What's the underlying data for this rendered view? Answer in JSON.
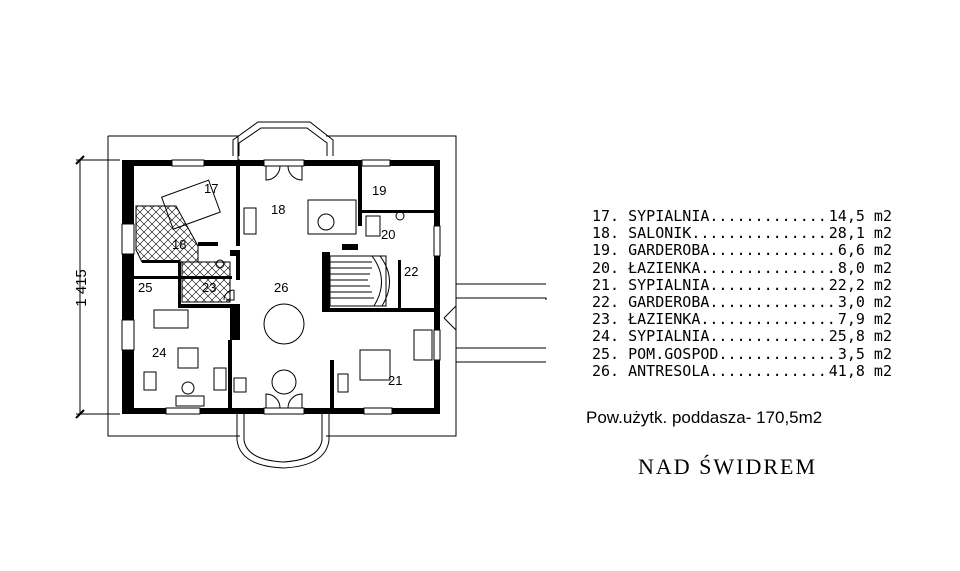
{
  "dimension_label": "1 415",
  "room_numbers": [
    "17",
    "18",
    "19",
    "20",
    "18",
    "22",
    "25",
    "23",
    "26",
    "24",
    "21"
  ],
  "rooms": [
    {
      "no": "17.",
      "name": "SYPIALNIA",
      "area": "14,5 m2"
    },
    {
      "no": "18.",
      "name": "SALONIK",
      "area": "28,1 m2"
    },
    {
      "no": "19.",
      "name": "GARDEROBA",
      "area": "6,6 m2"
    },
    {
      "no": "20.",
      "name": "ŁAZIENKA",
      "area": "8,0 m2"
    },
    {
      "no": "21.",
      "name": "SYPIALNIA",
      "area": "22,2 m2"
    },
    {
      "no": "22.",
      "name": "GARDEROBA",
      "area": "3,0 m2"
    },
    {
      "no": "23.",
      "name": "ŁAZIENKA",
      "area": "7,9 m2"
    },
    {
      "no": "24.",
      "name": "SYPIALNIA",
      "area": "25,8 m2"
    },
    {
      "no": "25.",
      "name": "POM.GOSPOD",
      "area": "3,5 m2"
    },
    {
      "no": "26.",
      "name": "ANTRESOLA",
      "area": "41,8 m2"
    }
  ],
  "total_area": "Pow.użytk. poddasza- 170,5m2",
  "title": "NAD  ŚWIDREM"
}
